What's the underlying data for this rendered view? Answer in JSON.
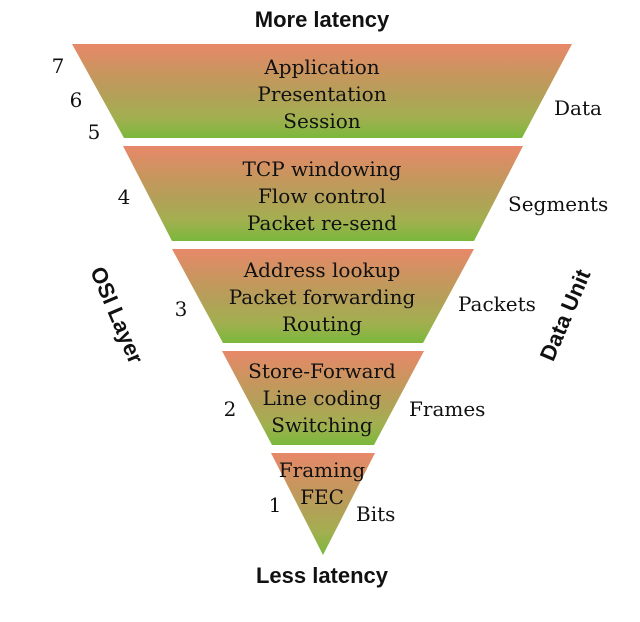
{
  "top_label": "More latency",
  "bottom_label": "Less latency",
  "left_axis_label": "OSI Layer",
  "right_axis_label": "Data Unit",
  "colors": {
    "top": "#e8886a",
    "mid_top": "#c9955e",
    "mid": "#b3a058",
    "mid_low": "#a3af50",
    "bottom": "#7ab83c"
  },
  "tiers": [
    {
      "lines": [
        "Application",
        "Presentation",
        "Session"
      ],
      "layer_numbers": [
        "7",
        "6",
        "5"
      ],
      "data_unit": "Data"
    },
    {
      "lines": [
        "TCP windowing",
        "Flow control",
        "Packet re-send"
      ],
      "layer_numbers": [
        "4"
      ],
      "data_unit": "Segments"
    },
    {
      "lines": [
        "Address lookup",
        "Packet forwarding",
        "Routing"
      ],
      "layer_numbers": [
        "3"
      ],
      "data_unit": "Packets"
    },
    {
      "lines": [
        "Store-Forward",
        "Line coding",
        "Switching"
      ],
      "layer_numbers": [
        "2"
      ],
      "data_unit": "Frames"
    },
    {
      "lines": [
        "Framing",
        "FEC"
      ],
      "layer_numbers": [
        "1"
      ],
      "data_unit": "Bits"
    }
  ]
}
